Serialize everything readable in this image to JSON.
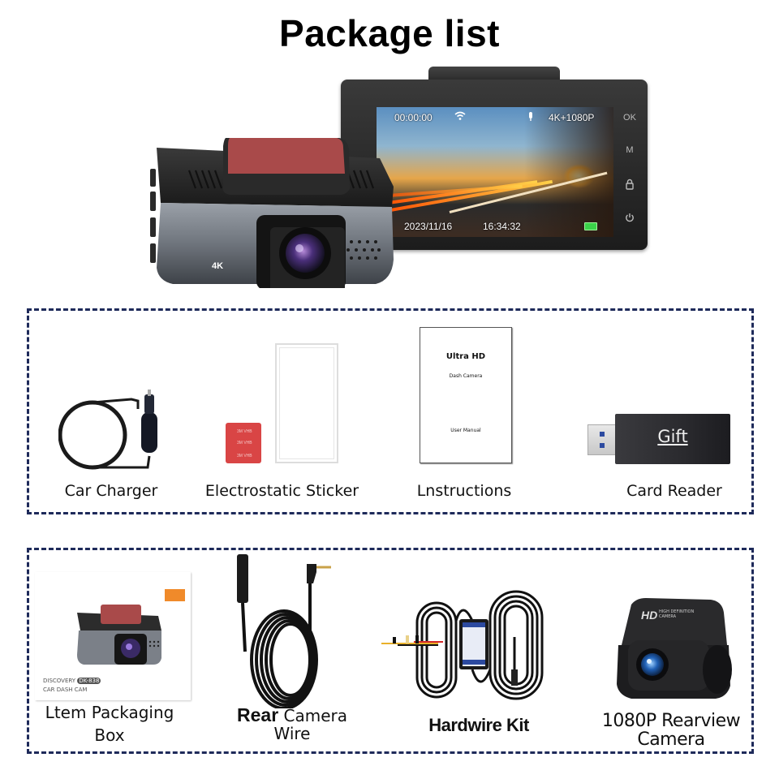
{
  "header": {
    "title": "Package list"
  },
  "hero": {
    "main_unit": {
      "screen_osd": {
        "record_time": "00:00:00",
        "resolution": "4K+1080P",
        "date": "2023/11/16",
        "time": "16:34:32",
        "icons": [
          "wifi-icon",
          "microphone-icon",
          "battery-icon"
        ]
      },
      "side_buttons": [
        {
          "label": "OK",
          "icon": "ok-button"
        },
        {
          "label": "M",
          "icon": "menu-button"
        },
        {
          "label": "🔒",
          "icon": "lock-icon"
        },
        {
          "label": "⏻",
          "icon": "power-icon"
        }
      ]
    },
    "front_camera": {
      "badge": "4K"
    }
  },
  "accessories_box_1": {
    "items": [
      {
        "label": "Car Charger",
        "icon": "car-charger-image"
      },
      {
        "label": "Electrostatic Sticker",
        "icon": "sticker-image"
      },
      {
        "label": "Lnstructions",
        "icon": "manual-image",
        "manual": {
          "title": "Ultra HD",
          "subtitle": "Dash Camera",
          "footer": "User Manual"
        }
      },
      {
        "label": "Card Reader",
        "icon": "card-reader-image",
        "badge": "Gift"
      }
    ]
  },
  "accessories_box_2": {
    "items": [
      {
        "label_line1": "Ltem Packaging",
        "label_line2": "Box",
        "icon": "packaging-box-image",
        "box_text": {
          "brand": "DISCOVERY",
          "model": "DK-838",
          "subtitle": "CAR DASH CAM"
        }
      },
      {
        "label_bold": "Rear",
        "label_rest": " Camera",
        "label_line2": "Wire",
        "icon": "rear-camera-wire-image"
      },
      {
        "label": "Hardwire Kit",
        "icon": "hardwire-kit-image"
      },
      {
        "label_line1": "1080P Rearview",
        "label_line2": "Camera",
        "icon": "rearview-camera-image",
        "camera_text": {
          "brand": "HD",
          "line1": "HIGH DEFINITION",
          "line2": "CAMERA"
        }
      }
    ]
  },
  "colors": {
    "dash_border": "#1e2a5a",
    "sticker_red": "#d94545",
    "mount_red": "#a94a4a",
    "text": "#111111"
  }
}
